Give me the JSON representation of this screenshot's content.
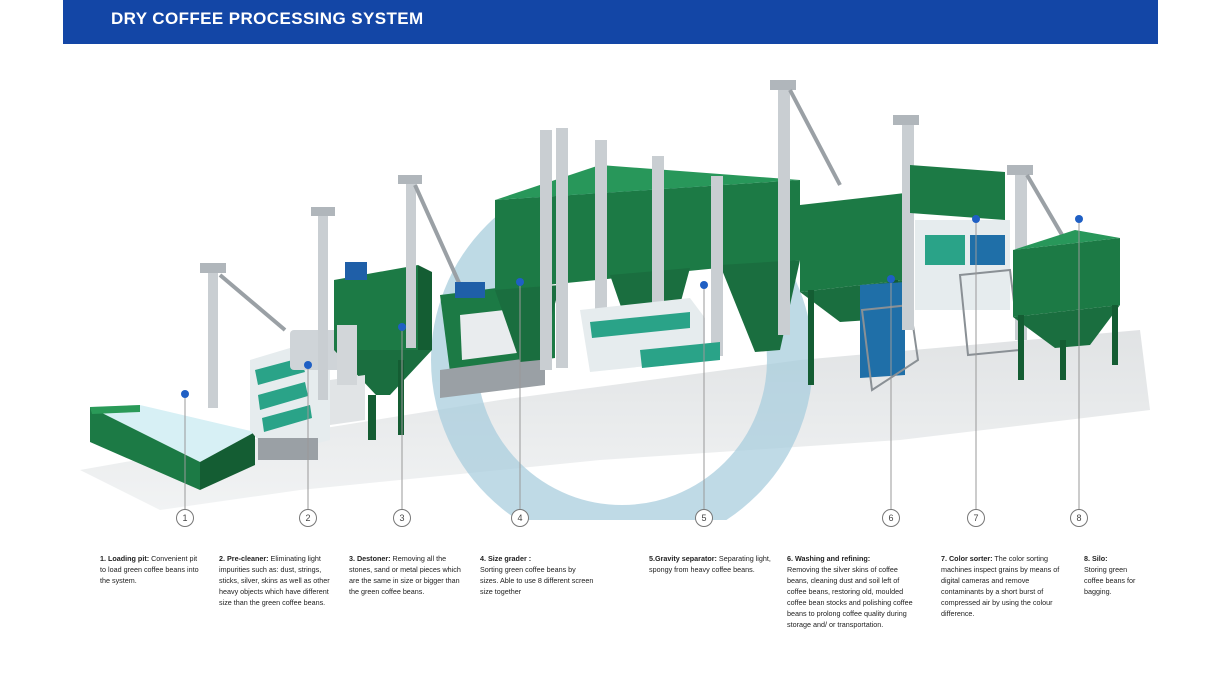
{
  "header": {
    "title": "DRY COFFEE PROCESSING SYSTEM"
  },
  "colors": {
    "banner": "#1346a6",
    "machine_green": "#1c7a45",
    "watermark": "#a9cedd",
    "marker_blue": "#1f5fc4"
  },
  "watermark": {
    "icon": "globe-logo-icon"
  },
  "steps": [
    {
      "number": "1",
      "title": "1. Loading pit:",
      "description": "Convenient pit to load green coffee beans into the system."
    },
    {
      "number": "2",
      "title": "2. Pre-cleaner:",
      "description": "Eliminating light impurities such as: dust, strings, sticks, silver, skins as well as other heavy objects which have different size than the green coffee beans."
    },
    {
      "number": "3",
      "title": "3. Destoner:",
      "description": "Removing all the stones, sand or metal pieces which are the same in size or bigger than the green coffee beans."
    },
    {
      "number": "4",
      "title": "4. Size grader :",
      "description": "Sorting green coffee beans by sizes. Able to use 8 different screen size together"
    },
    {
      "number": "5",
      "title": "5.Gravity separator:",
      "description": "Separating light, spongy from heavy coffee beans."
    },
    {
      "number": "6",
      "title": "6. Washing and refining:",
      "description": "Removing the silver skins of coffee beans, cleaning dust and soil left of coffee beans, restoring old, moulded coffee bean stocks and polishing coffee beans to prolong coffee quality during storage and/ or transportation."
    },
    {
      "number": "7",
      "title": "7. Color sorter:",
      "description": "The color sorting machines inspect grains by means of digital cameras and remove contaminants by a short burst of compressed air by using the colour difference."
    },
    {
      "number": "8",
      "title": "8. Silo:",
      "description": "Storing green coffee beans for bagging."
    }
  ]
}
